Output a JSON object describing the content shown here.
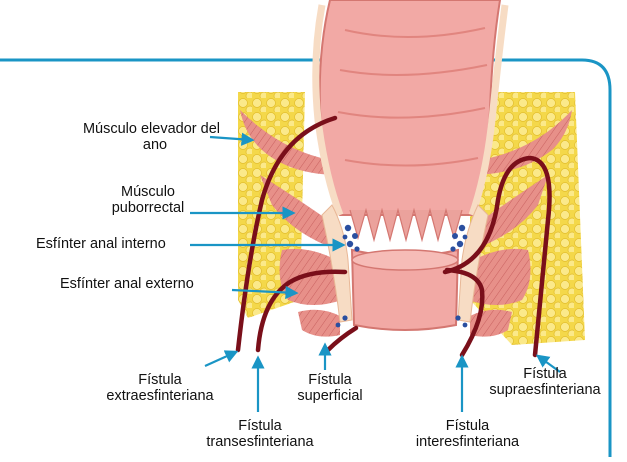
{
  "diagram": {
    "colors": {
      "frame": "#1a95c5",
      "arrow": "#1a95c5",
      "fat": "#f4d84a",
      "fat_dot": "#fbe98a",
      "muscle": "#e79089",
      "muscle_fiber": "#c8605f",
      "rectum": "#f2a9a5",
      "rectum_fold": "#e1857f",
      "sphincter_internal": "#f7dcc4",
      "fistula": "#7a0f1a",
      "gland": "#2a4fa0"
    },
    "labels": {
      "elevador": [
        "Músculo elevador del",
        "ano"
      ],
      "puborrectal": [
        "Músculo",
        "puborrectal"
      ],
      "esfinter_interno": "Esfínter anal interno",
      "esfinter_externo": "Esfínter anal externo",
      "extraesfinteriana": [
        "Fístula",
        "extraesfinteriana"
      ],
      "transesfinteriana": [
        "Fístula",
        "transesfinteriana"
      ],
      "superficial": [
        "Fístula",
        "superficial"
      ],
      "interesfinteriana": [
        "Fístula",
        "interesfinteriana"
      ],
      "supraesfinteriana": [
        "Fístula",
        "supraesfinteriana"
      ]
    }
  }
}
